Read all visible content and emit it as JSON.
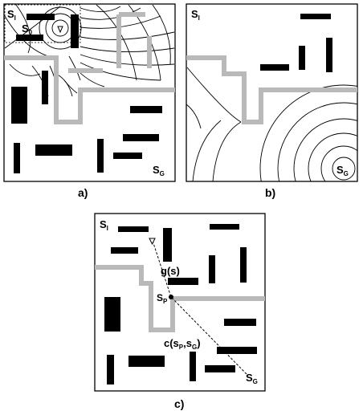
{
  "panels": {
    "a": {
      "caption": "a)",
      "label_start": "S",
      "label_start_sub": "I",
      "label_current": "S",
      "label_current_sub": "0",
      "label_goal": "S",
      "label_goal_sub": "G"
    },
    "b": {
      "caption": "b)",
      "label_start": "S",
      "label_start_sub": "I",
      "label_goal": "S",
      "label_goal_sub": "G"
    },
    "c": {
      "caption": "c)",
      "label_start": "S",
      "label_start_sub": "I",
      "label_g": "g(s)",
      "label_p": "S",
      "label_p_sub": "P",
      "label_c": "c(s",
      "label_c_sub1": "P",
      "label_c_mid": ",s",
      "label_c_sub2": "G",
      "label_c_end": ")",
      "label_goal": "S",
      "label_goal_sub": "G"
    }
  },
  "colors": {
    "wall": "#b9b9b9",
    "obstacle": "#000000",
    "frame": "#000000"
  }
}
